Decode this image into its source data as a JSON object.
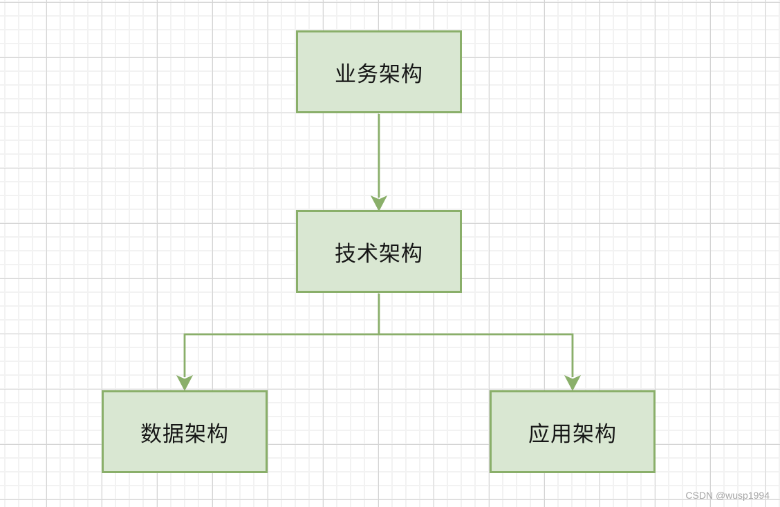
{
  "diagram": {
    "type": "flowchart",
    "nodes": [
      {
        "id": "business",
        "label": "业务架构"
      },
      {
        "id": "technical",
        "label": "技术架构"
      },
      {
        "id": "data",
        "label": "数据架构"
      },
      {
        "id": "application",
        "label": "应用架构"
      }
    ],
    "edges": [
      {
        "from": "business",
        "to": "technical"
      },
      {
        "from": "technical",
        "to": "data"
      },
      {
        "from": "technical",
        "to": "application"
      }
    ],
    "colors": {
      "node_fill": "#d9e7d2",
      "node_stroke": "#8aaf6a",
      "connector": "#8aaf6a",
      "text": "#161616",
      "grid_minor": "#f2f2f2",
      "grid_major": "#d4d4d4",
      "background": "#ffffff"
    }
  },
  "watermark": {
    "text": "CSDN @wusp1994",
    "color": "#a5a5a5"
  }
}
